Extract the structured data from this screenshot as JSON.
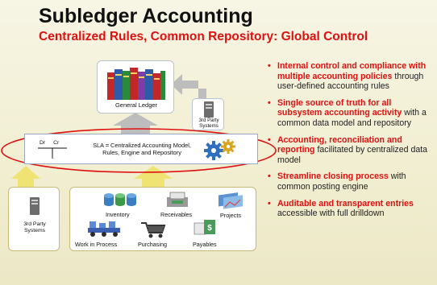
{
  "title": "Subledger Accounting",
  "subtitle": "Centralized Rules, Common Repository: Global Control",
  "diagram": {
    "general_ledger": "General Ledger",
    "third_party_top": [
      "3rd Party",
      "Systems"
    ],
    "sla_text": [
      "SLA = Centralized Accounting Model,",
      "Rules, Engine and Repository"
    ],
    "dr": "Dr",
    "cr": "Cr",
    "third_party_left": [
      "3rd Party",
      "Systems"
    ],
    "modules": {
      "inventory": "Inventory",
      "receivables": "Receivables",
      "projects": "Projects",
      "wip": "Work in Process",
      "purchasing": "Purchasing",
      "payables": "Payables"
    }
  },
  "bullets": [
    {
      "strong": "Internal control and compliance with multiple accounting policies",
      "rest": " through user-defined accounting rules"
    },
    {
      "strong": "Single source of truth for all subsystem accounting activity",
      "rest": " with a common data model and repository"
    },
    {
      "strong": "Accounting, reconciliation and reporting",
      "rest": " facilitated by centralized data model"
    },
    {
      "strong": "Streamline closing process",
      "rest": " with common posting engine"
    },
    {
      "strong": "Auditable and transparent entries",
      "rest": " accessible with full drilldown"
    }
  ],
  "colors": {
    "accent_red": "#e01010",
    "arrow_grey": "#b9b9b9",
    "arrow_yellow": "#f3ea82"
  }
}
